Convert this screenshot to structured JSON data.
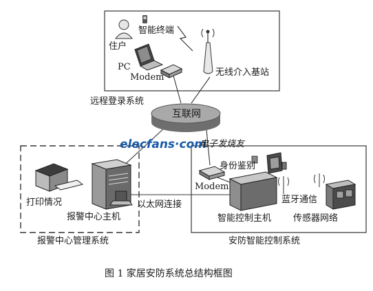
{
  "labels": {
    "smart_terminal": "智能终端",
    "resident": "住户",
    "pc": "PC",
    "modem_top": "Modem",
    "wireless_station": "无线介入基站",
    "remote_login": "远程登录系统",
    "internet": "互联网",
    "watermark_brand": "elecfans·com",
    "watermark_cn": "电子发烧友",
    "identity": "身份鉴别",
    "modem_right": "Modem",
    "bluetooth": "蓝牙通信",
    "print_status": "打印情况",
    "ethernet": "以太网连接",
    "alarm_host": "报警中心主机",
    "smart_host": "智能控制主机",
    "sensor_net": "传感器网络",
    "alarm_center_sys": "报警中心管理系统",
    "security_ctrl_sys": "安防智能控制系统",
    "caption": "图 1  家居安防系统总结构框图"
  },
  "colors": {
    "line": "#333333",
    "watermark_blue": "#1a5aa8",
    "watermark_dot": "#d22020",
    "disk_fill": "#8a8a8a",
    "disk_top": "#b5b5b5"
  }
}
